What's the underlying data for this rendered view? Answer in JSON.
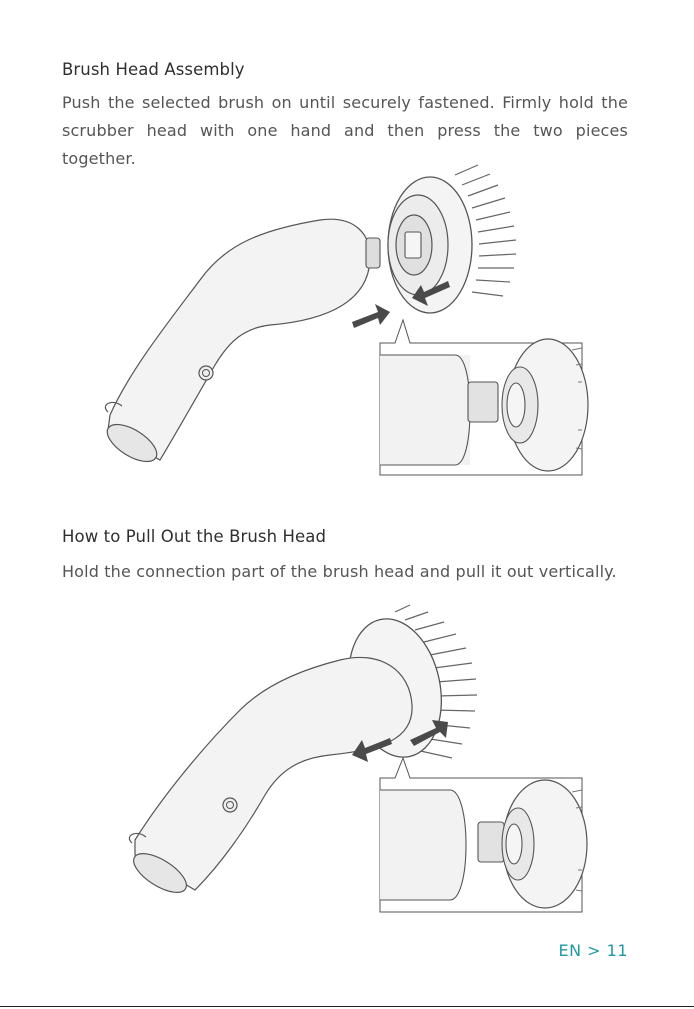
{
  "section1": {
    "heading": "Brush Head Assembly",
    "text": "Push the selected brush on until securely fastened. Firmly hold the scrubber head with one hand and then press the two pieces together."
  },
  "section2": {
    "heading": "How to Pull Out the Brush Head",
    "text": "Hold the connection part of the brush head and pull it out vertically."
  },
  "footer": {
    "page": "EN > 11"
  },
  "colors": {
    "accent": "#1f9aa3",
    "arrow": "#4a4a4a",
    "body_fill": "#f2f2f2",
    "outline": "#555555"
  }
}
